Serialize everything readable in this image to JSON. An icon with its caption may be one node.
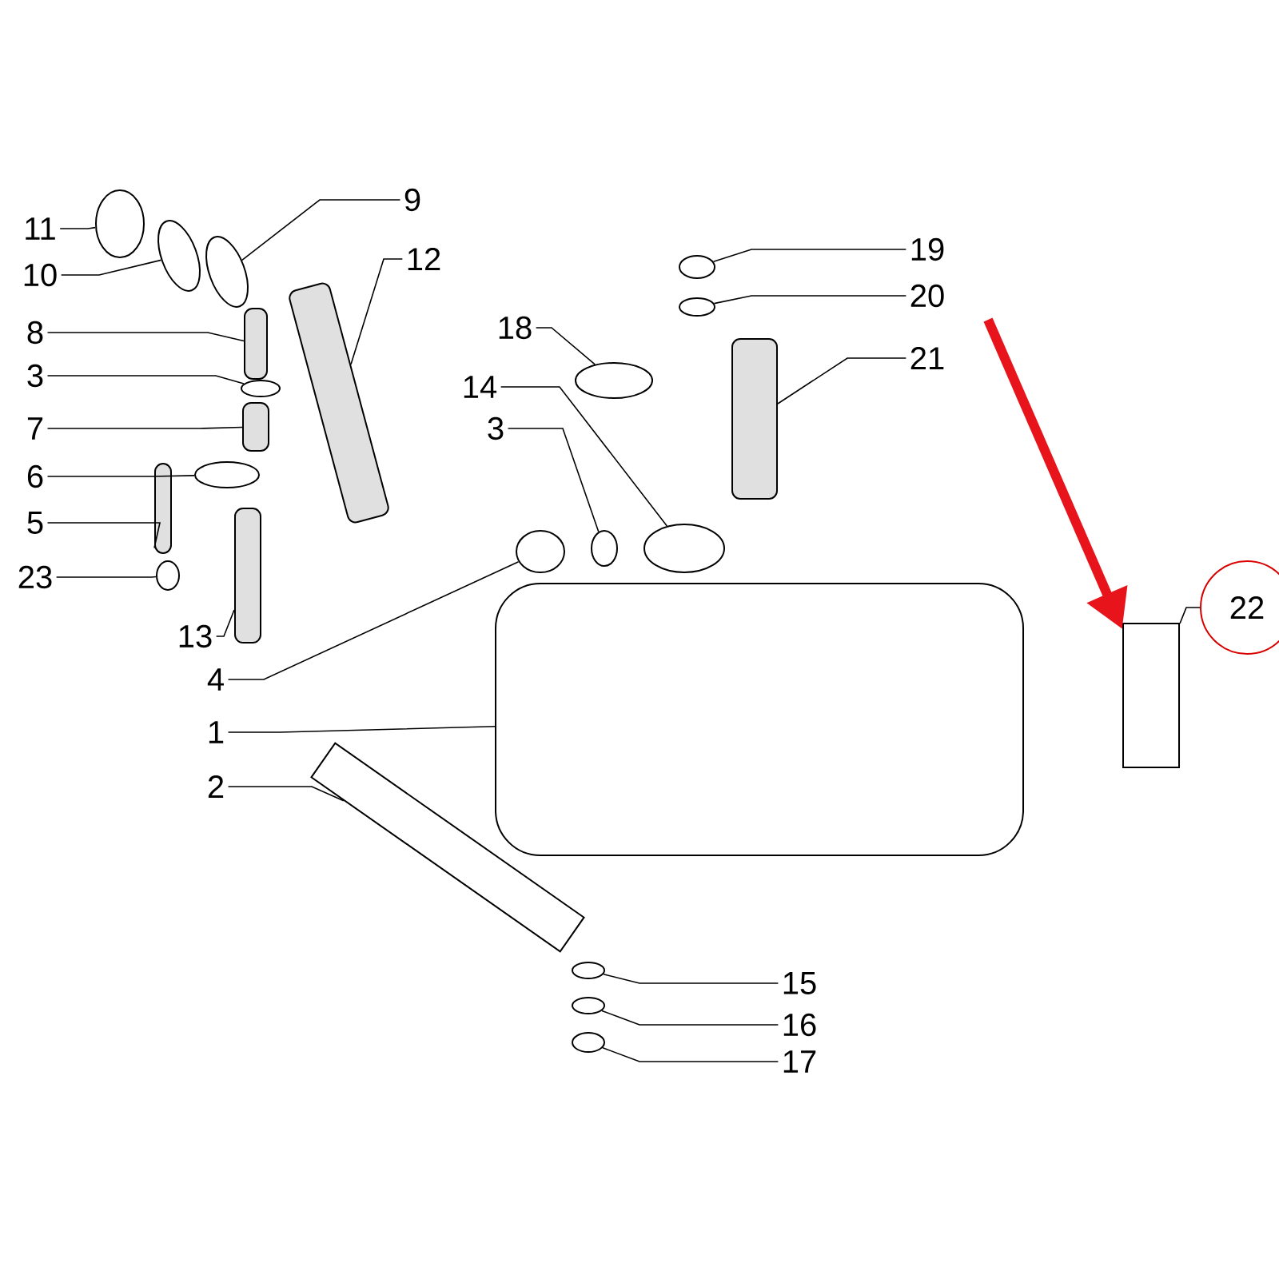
{
  "diagram": {
    "nodes": [
      {
        "text": [
          "11"
        ]
      },
      {
        "text": [
          "10"
        ]
      },
      {
        "text": [
          "9"
        ]
      },
      {
        "text": [
          "12"
        ]
      },
      {
        "text": [
          "8"
        ]
      },
      {
        "text": [
          "3"
        ]
      },
      {
        "text": [
          "7"
        ]
      },
      {
        "text": [
          "6"
        ]
      },
      {
        "text": [
          "5"
        ]
      },
      {
        "text": [
          "23"
        ]
      },
      {
        "text": [
          "13"
        ]
      },
      {
        "text": [
          "4"
        ]
      },
      {
        "text": [
          "1"
        ]
      },
      {
        "text": [
          "2"
        ]
      },
      {
        "text": [
          "18"
        ]
      },
      {
        "text": [
          "14"
        ]
      },
      {
        "text": [
          "3"
        ]
      },
      {
        "text": [
          "19"
        ]
      },
      {
        "text": [
          "20"
        ]
      },
      {
        "text": [
          "21"
        ]
      },
      {
        "text": [
          "22"
        ]
      },
      {
        "text": [
          "15"
        ]
      },
      {
        "text": [
          "16"
        ]
      },
      {
        "text": [
          "17"
        ]
      },
      {
        "text": [],
        "shape": "circle"
      },
      {
        "text": [],
        "shape": "circle"
      },
      {
        "text": [],
        "shape": "circle"
      },
      {
        "text": [],
        "shape": "bar"
      },
      {
        "text": [],
        "shape": "bar"
      },
      {
        "text": [],
        "shape": "circle"
      },
      {
        "text": [],
        "shape": "bar"
      },
      {
        "text": [],
        "shape": "circle"
      },
      {
        "text": [],
        "shape": "bar"
      },
      {
        "text": [],
        "shape": "circle"
      },
      {
        "text": [],
        "shape": "bar"
      },
      {
        "text": [],
        "shape": "circle"
      },
      {
        "text": [],
        "shape": "box"
      },
      {
        "text": [],
        "shape": "box"
      },
      {
        "text": [],
        "shape": "circle"
      },
      {
        "text": [],
        "shape": "circle"
      },
      {
        "text": [],
        "shape": "circle"
      },
      {
        "text": [],
        "shape": "circle"
      },
      {
        "text": [],
        "shape": "circle"
      },
      {
        "text": [],
        "shape": "bar"
      },
      {
        "text": [],
        "shape": "box"
      },
      {
        "text": [],
        "shape": "circle"
      },
      {
        "text": [],
        "shape": "circle"
      },
      {
        "text": [],
        "shape": "circle"
      }
    ],
    "edges": [
      {
        "from": 0,
        "to": 24,
        "arrow": "none"
      },
      {
        "from": 1,
        "to": 25,
        "arrow": "none"
      },
      {
        "from": 2,
        "to": 26,
        "arrow": "none"
      },
      {
        "from": 3,
        "to": 27,
        "arrow": "none"
      },
      {
        "from": 4,
        "to": 28,
        "arrow": "none"
      },
      {
        "from": 5,
        "to": 29,
        "arrow": "none"
      },
      {
        "from": 6,
        "to": 30,
        "arrow": "none"
      },
      {
        "from": 7,
        "to": 31,
        "arrow": "none"
      },
      {
        "from": 8,
        "to": 32,
        "arrow": "none"
      },
      {
        "from": 9,
        "to": 33,
        "arrow": "none"
      },
      {
        "from": 10,
        "to": 34,
        "arrow": "none"
      },
      {
        "from": 11,
        "to": 35,
        "arrow": "none"
      },
      {
        "from": 12,
        "to": 36,
        "arrow": "none"
      },
      {
        "from": 13,
        "to": 37,
        "arrow": "none"
      },
      {
        "from": 14,
        "to": 38,
        "arrow": "none"
      },
      {
        "from": 15,
        "to": 39,
        "arrow": "none"
      },
      {
        "from": 16,
        "to": 40,
        "arrow": "none"
      },
      {
        "from": 17,
        "to": 41,
        "arrow": "none"
      },
      {
        "from": 18,
        "to": 42,
        "arrow": "none"
      },
      {
        "from": 19,
        "to": 43,
        "arrow": "none"
      },
      {
        "from": 20,
        "to": 44,
        "arrow": "none"
      },
      {
        "from": 21,
        "to": 45,
        "arrow": "none"
      },
      {
        "from": 22,
        "to": 46,
        "arrow": "none"
      },
      {
        "from": 23,
        "to": 47,
        "arrow": "none"
      },
      {
        "from": null,
        "to": 44,
        "arrow": "to",
        "style": "thick",
        "color": "#e8141b"
      }
    ]
  }
}
